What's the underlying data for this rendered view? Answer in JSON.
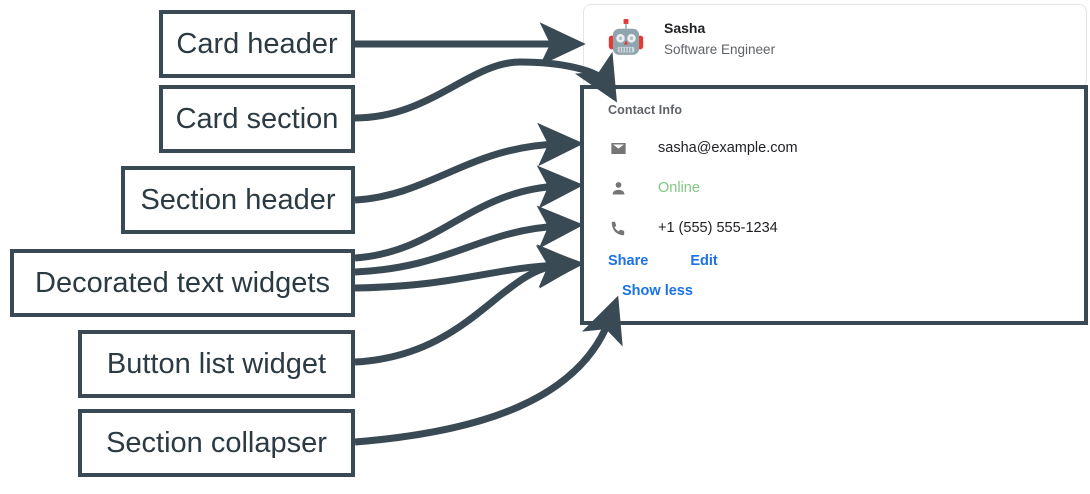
{
  "annotations": {
    "accent_color": "#3a4a55",
    "boxes": [
      {
        "id": "card-header",
        "label": "Card header"
      },
      {
        "id": "card-section",
        "label": "Card section"
      },
      {
        "id": "section-header",
        "label": "Section header"
      },
      {
        "id": "decorated-text",
        "label": "Decorated text widgets"
      },
      {
        "id": "button-list",
        "label": "Button list widget"
      },
      {
        "id": "section-collapser",
        "label": "Section collapser"
      }
    ]
  },
  "card": {
    "header": {
      "avatar_icon": "robot-avatar-icon",
      "name": "Sasha",
      "subtitle": "Software Engineer"
    },
    "section": {
      "title": "Contact Info",
      "rows": [
        {
          "icon": "email-icon",
          "text": "sasha@example.com",
          "color": "#202124"
        },
        {
          "icon": "person-icon",
          "text": "Online",
          "color": "#81c784"
        },
        {
          "icon": "phone-icon",
          "text": "+1 (555) 555-1234",
          "color": "#202124"
        }
      ],
      "buttons": [
        {
          "label": "Share"
        },
        {
          "label": "Edit"
        }
      ],
      "collapser": {
        "label": "Show less"
      }
    }
  },
  "colors": {
    "link_blue": "#1a73e8",
    "online_green": "#81c784",
    "icon_gray": "#757575",
    "muted_gray": "#5f6368",
    "annotation": "#3a4a55"
  }
}
